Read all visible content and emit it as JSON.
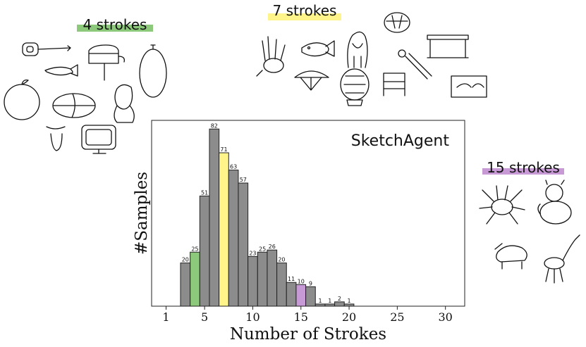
{
  "colors": {
    "bar_default": "#8c8c8c",
    "bar_stroke": "#222222",
    "highlight_4": "#8cc97a",
    "highlight_7": "#fff48a",
    "highlight_15": "#c79ad6"
  },
  "groups": [
    {
      "key": "g4",
      "label": "4 strokes",
      "color": "#8cc97a"
    },
    {
      "key": "g7",
      "label": "7 strokes",
      "color": "#fff48a"
    },
    {
      "key": "g15",
      "label": "15 strokes",
      "color": "#c79ad6"
    }
  ],
  "chart_data": {
    "type": "bar",
    "title": "SketchAgent",
    "xlabel": "Number of Strokes",
    "ylabel": "#Samples",
    "xticks": [
      1,
      5,
      10,
      15,
      20,
      25,
      30
    ],
    "xlim": [
      -0.5,
      32
    ],
    "ylim": [
      0,
      86
    ],
    "highlighted": {
      "4": "#8cc97a",
      "7": "#fff48a",
      "15": "#c79ad6"
    },
    "x": [
      3,
      4,
      5,
      6,
      7,
      8,
      9,
      10,
      11,
      12,
      13,
      14,
      15,
      16,
      17,
      18,
      19,
      20
    ],
    "values": [
      20,
      25,
      51,
      82,
      71,
      63,
      57,
      23,
      25,
      26,
      20,
      11,
      10,
      9,
      1,
      1,
      2,
      1
    ]
  }
}
